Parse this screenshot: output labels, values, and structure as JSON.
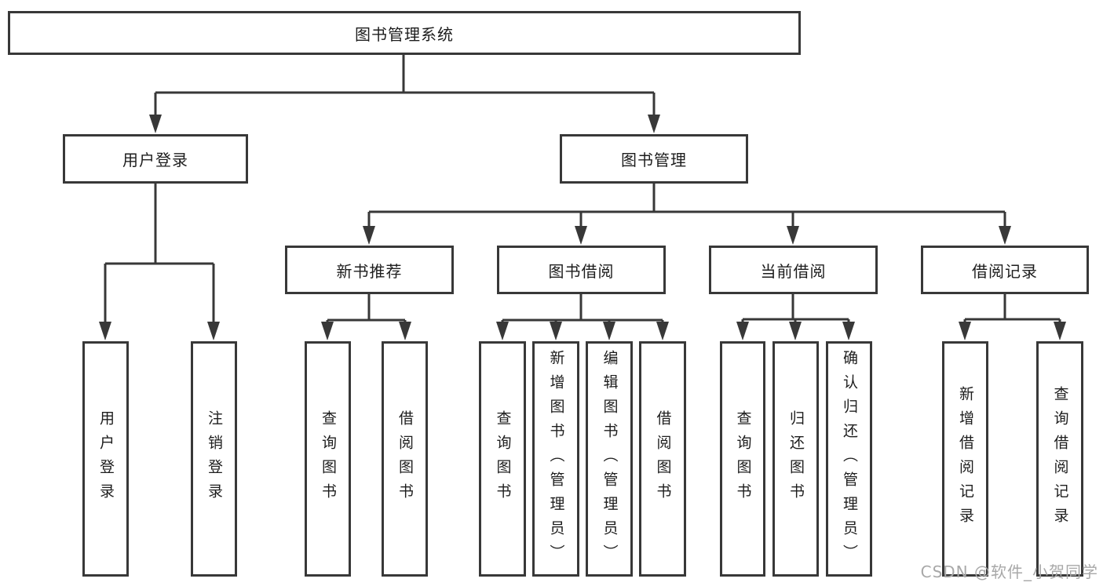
{
  "diagram_type": "functional-structure-tree",
  "colors": {
    "background": "#ffffff",
    "line": "#383838",
    "box_border": "#383838",
    "text": "#1d1d1d",
    "watermark": "#a8a8a8"
  },
  "tree": {
    "label": "图书管理系统",
    "children": [
      {
        "label": "用户登录",
        "children": [
          {
            "label": "用户登录"
          },
          {
            "label": "注销登录"
          }
        ]
      },
      {
        "label": "图书管理",
        "children": [
          {
            "label": "新书推荐",
            "children": [
              {
                "label": "查询图书"
              },
              {
                "label": "借阅图书"
              }
            ]
          },
          {
            "label": "图书借阅",
            "children": [
              {
                "label": "查询图书"
              },
              {
                "label": "新增图书（管理员）"
              },
              {
                "label": "编辑图书（管理员）"
              },
              {
                "label": "借阅图书"
              }
            ]
          },
          {
            "label": "当前借阅",
            "children": [
              {
                "label": "查询图书"
              },
              {
                "label": "归还图书"
              },
              {
                "label": "确认归还（管理员）"
              }
            ]
          },
          {
            "label": "借阅记录",
            "children": [
              {
                "label": "新增借阅记录"
              },
              {
                "label": "查询借阅记录"
              }
            ]
          }
        ]
      }
    ]
  },
  "watermark": "CSDN @软件_小贺同学"
}
